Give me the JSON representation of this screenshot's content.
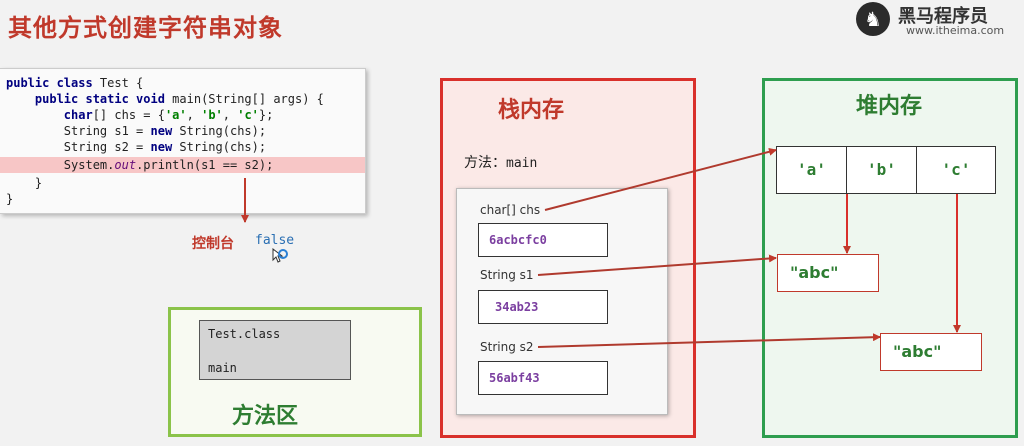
{
  "title": "其他方式创建字符串对象",
  "logo": {
    "name": "黑马程序员",
    "url": "www.itheima.com",
    "icon": "horse-logo"
  },
  "code": {
    "line1": [
      "public class",
      " Test {"
    ],
    "line2": [
      "public static void",
      " main(String[] args) {"
    ],
    "line3": [
      "char",
      "[] chs = {",
      "'a'",
      ", ",
      "'b'",
      ", ",
      "'c'",
      "};"
    ],
    "line4": [
      "String s1 = ",
      "new",
      " String(chs);"
    ],
    "line5": [
      "String s2 = ",
      "new",
      " String(chs);"
    ],
    "line6": [
      "System.",
      "out",
      ".println(s1 == s2);"
    ],
    "line7": "}",
    "line8": "}"
  },
  "console": {
    "label": "控制台",
    "value": "false"
  },
  "method_area": {
    "title": "方法区",
    "class_name": "Test.class",
    "method": "main"
  },
  "stack": {
    "title": "栈内存",
    "frame_label_prefix": "方法：",
    "frame_label_method": "main",
    "vars": [
      {
        "name": "char[] chs",
        "value": "6acbcfc0"
      },
      {
        "name": "String  s1",
        "value": "34ab23"
      },
      {
        "name": "String  s2",
        "value": "56abf43"
      }
    ]
  },
  "heap": {
    "title": "堆内存",
    "array": [
      "'a'",
      "'b'",
      "'c'"
    ],
    "strings": [
      "\"abc\"",
      "\"abc\""
    ]
  },
  "colors": {
    "red": "#d9302b",
    "green": "#2e9e4f",
    "purple": "#7b3fa0",
    "arrow": "#c0392b"
  }
}
